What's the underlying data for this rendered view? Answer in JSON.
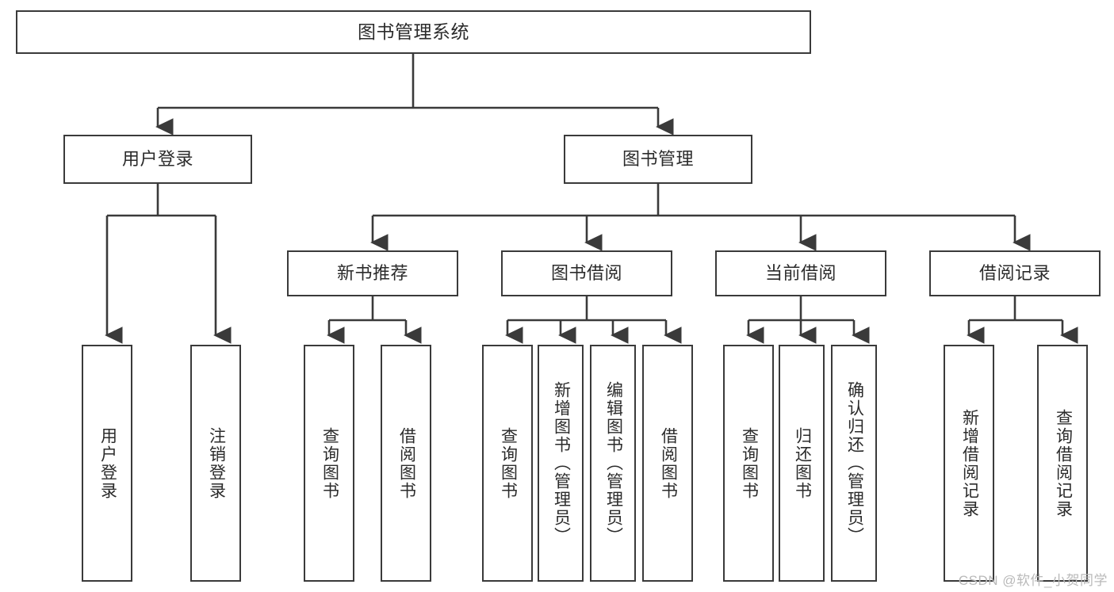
{
  "diagram": {
    "title": "图书管理系统",
    "type": "tree",
    "watermark": "CSDN @软件_小贺同学",
    "colors": {
      "box_border": "#3a3a3a",
      "box_fill": "#ffffff",
      "connector": "#3a3a3a",
      "text": "#2b2b2b",
      "watermark": "#b9b9b9"
    },
    "nodes": {
      "root": {
        "label": "图书管理系统"
      },
      "level2": [
        {
          "label": "用户登录"
        },
        {
          "label": "图书管理"
        }
      ],
      "level3": [
        {
          "label": "新书推荐"
        },
        {
          "label": "图书借阅"
        },
        {
          "label": "当前借阅"
        },
        {
          "label": "借阅记录"
        }
      ],
      "leaves": {
        "user_login": [
          {
            "label": "用户登录"
          },
          {
            "label": "注销登录"
          }
        ],
        "new_book_recommend": [
          {
            "label": "查询图书"
          },
          {
            "label": "借阅图书"
          }
        ],
        "book_borrow": [
          {
            "label": "查询图书"
          },
          {
            "label": "新增图书（管理员）"
          },
          {
            "label": "编辑图书（管理员）"
          },
          {
            "label": "借阅图书"
          }
        ],
        "current_borrow": [
          {
            "label": "查询图书"
          },
          {
            "label": "归还图书"
          },
          {
            "label": "确认归还（管理员）"
          }
        ],
        "borrow_record": [
          {
            "label": "新增借阅记录"
          },
          {
            "label": "查询借阅记录"
          }
        ]
      }
    }
  }
}
